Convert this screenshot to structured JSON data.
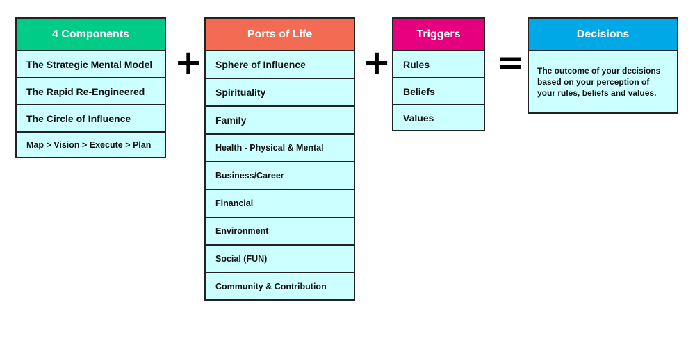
{
  "colors": {
    "components": "#00cc88",
    "ports": "#f26b52",
    "triggers": "#e60080",
    "decisions": "#00a8e8",
    "row_fill": "#ccffff"
  },
  "components": {
    "title": "4 Components",
    "items": [
      "The Strategic Mental Model",
      "The Rapid Re-Engineered",
      "The Circle of Influence",
      "Map > Vision > Execute > Plan"
    ]
  },
  "ports": {
    "title": "Ports of Life",
    "items": [
      "Sphere of Influence",
      "Spirituality",
      "Family",
      "Health - Physical & Mental",
      "Business/Career",
      "Financial",
      "Environment",
      "Social (FUN)",
      "Community & Contribution"
    ]
  },
  "triggers": {
    "title": "Triggers",
    "items": [
      "Rules",
      "Beliefs",
      "Values"
    ]
  },
  "decisions": {
    "title": "Decisions",
    "description": "The outcome of your decisions based on your perception of your rules, beliefs and values."
  },
  "operators": {
    "plus1": "+",
    "plus2": "+",
    "equals": "="
  }
}
